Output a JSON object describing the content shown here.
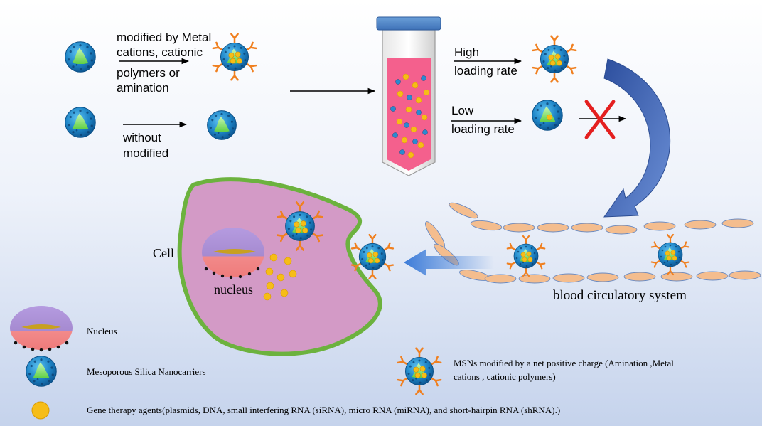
{
  "labels": {
    "modified_line1": "modified by  Metal",
    "modified_line2": "cations, cationic",
    "modified_line3": "polymers or",
    "modified_line4": "amination",
    "without_line1": "without",
    "without_line2": "modified",
    "high_line1": "High",
    "high_line2": "loading rate",
    "low_line1": "Low",
    "low_line2": "loading rate",
    "cell": "Cell",
    "nucleus": "nucleus",
    "blood": "blood circulatory system"
  },
  "legend": {
    "nucleus": "Nucleus",
    "msn": "Mesoporous Silica Nanocarriers",
    "gene": "Gene therapy agents(plasmids, DNA, small interfering  RNA (siRNA), micro RNA (miRNA), and short-hairpin RNA (shRNA).)",
    "positive_line1": "MSNs modified by a net positive charge (Amination ,Metal",
    "positive_line2": "cations , cationic polymers)"
  },
  "colors": {
    "sphere_blue": "#1f86c8",
    "sphere_inner": "#8fe870",
    "ligand_orange": "#f08020",
    "gene_agent": "#f6bd17",
    "cell_fill": "#d39ac6",
    "cell_border": "#6cb23e",
    "nucleus_top": "#a58ad0",
    "nucleus_bottom": "#f28a8a",
    "tube_liquid": "#f4608d",
    "rbc": "#f4bd8e",
    "curved_arrow": "#3a5fb0",
    "cross": "#e41f1f"
  },
  "icons": [
    "msn-sphere",
    "modified-msn-sphere",
    "test-tube",
    "red-cross-icon",
    "curved-arrow",
    "red-blood-cell",
    "cell",
    "nucleus"
  ]
}
